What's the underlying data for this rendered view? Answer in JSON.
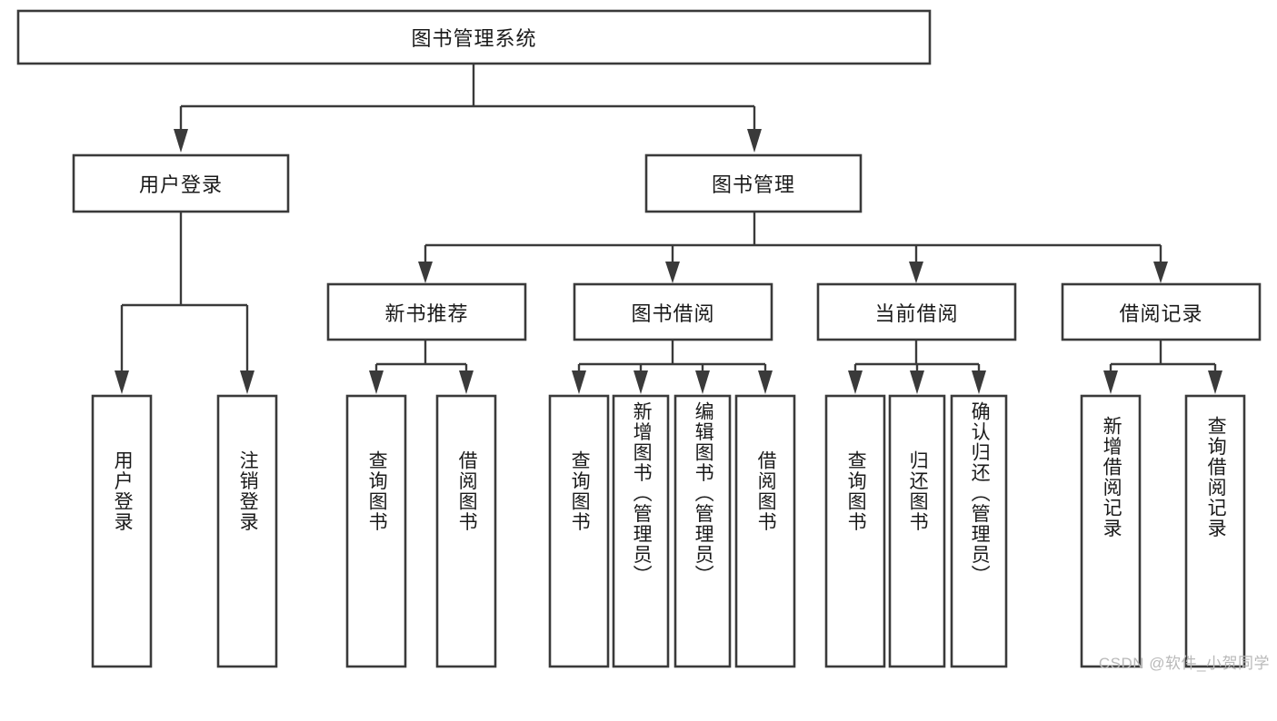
{
  "diagram": {
    "type": "tree",
    "title": "图书管理系统",
    "watermark": "CSDN @软件_小贺同学",
    "root": {
      "id": "root",
      "label": "图书管理系统",
      "orientation": "horizontal"
    },
    "level1": [
      {
        "id": "user-login",
        "label": "用户登录",
        "orientation": "horizontal"
      },
      {
        "id": "book-manage",
        "label": "图书管理",
        "orientation": "horizontal"
      }
    ],
    "level2": [
      {
        "id": "new-book-recommend",
        "label": "新书推荐",
        "orientation": "horizontal",
        "parent": "book-manage"
      },
      {
        "id": "book-borrow",
        "label": "图书借阅",
        "orientation": "horizontal",
        "parent": "book-manage"
      },
      {
        "id": "current-borrow",
        "label": "当前借阅",
        "orientation": "horizontal",
        "parent": "book-manage"
      },
      {
        "id": "borrow-record",
        "label": "借阅记录",
        "orientation": "horizontal",
        "parent": "book-manage"
      }
    ],
    "leaves": [
      {
        "id": "leaf-user-login",
        "label": "用户登录",
        "orientation": "vertical",
        "parent": "user-login"
      },
      {
        "id": "leaf-user-logout",
        "label": "注销登录",
        "orientation": "vertical",
        "parent": "user-login"
      },
      {
        "id": "leaf-query-book-1",
        "label": "查询图书",
        "orientation": "vertical",
        "parent": "new-book-recommend"
      },
      {
        "id": "leaf-borrow-book-1",
        "label": "借阅图书",
        "orientation": "vertical",
        "parent": "new-book-recommend"
      },
      {
        "id": "leaf-query-book-2",
        "label": "查询图书",
        "orientation": "vertical",
        "parent": "book-borrow"
      },
      {
        "id": "leaf-add-book",
        "label": "新增图书（管理员）",
        "orientation": "vertical",
        "parent": "book-borrow"
      },
      {
        "id": "leaf-edit-book",
        "label": "编辑图书（管理员）",
        "orientation": "vertical",
        "parent": "book-borrow"
      },
      {
        "id": "leaf-borrow-book-2",
        "label": "借阅图书",
        "orientation": "vertical",
        "parent": "book-borrow"
      },
      {
        "id": "leaf-query-book-3",
        "label": "查询图书",
        "orientation": "vertical",
        "parent": "current-borrow"
      },
      {
        "id": "leaf-return-book",
        "label": "归还图书",
        "orientation": "vertical",
        "parent": "current-borrow"
      },
      {
        "id": "leaf-confirm-return",
        "label": "确认归还（管理员）",
        "orientation": "vertical",
        "parent": "current-borrow"
      },
      {
        "id": "leaf-add-record",
        "label": "新增借阅记录",
        "orientation": "vertical",
        "parent": "borrow-record"
      },
      {
        "id": "leaf-query-record",
        "label": "查询借阅记录",
        "orientation": "vertical",
        "parent": "borrow-record"
      }
    ],
    "colors": {
      "box_stroke": "#3a3a3a",
      "box_fill": "#ffffff",
      "text": "#1a1a1a",
      "background": "#ffffff",
      "watermark": "#b9b9b9"
    }
  }
}
